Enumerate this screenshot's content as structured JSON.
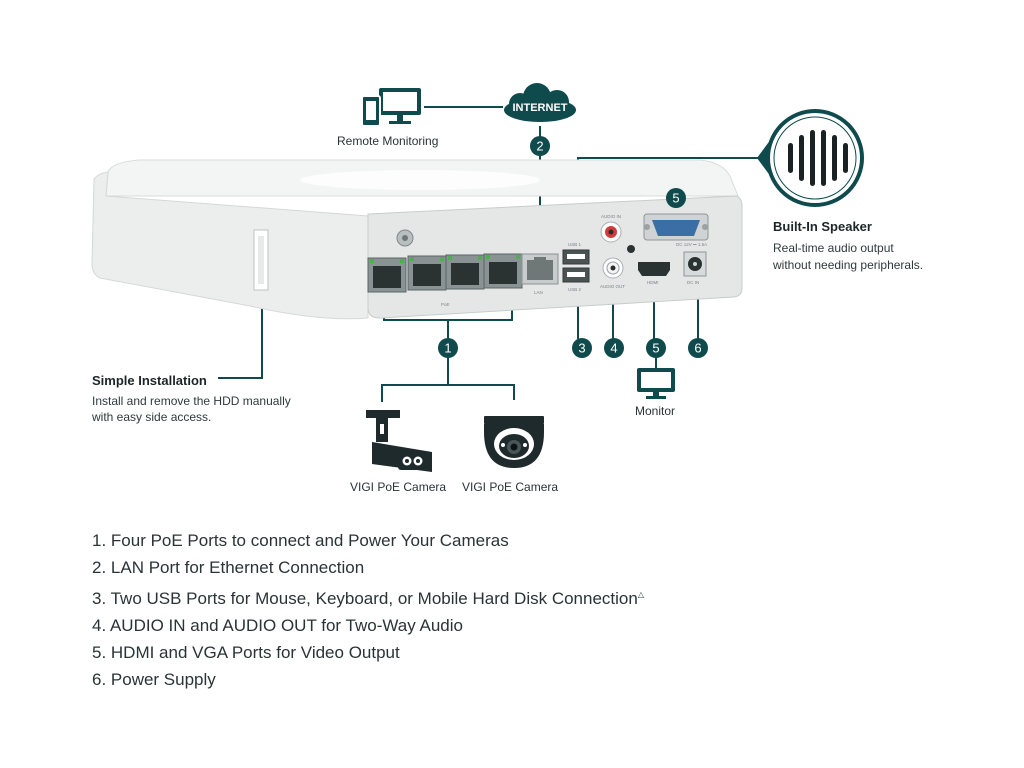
{
  "diagram": {
    "remote_monitoring_label": "Remote Monitoring",
    "internet_label": "INTERNET",
    "speaker": {
      "title": "Built-In Speaker",
      "desc_line1": "Real-time audio output",
      "desc_line2": "without needing peripherals."
    },
    "installation": {
      "title": "Simple Installation",
      "desc_line1": "Install and remove the HDD manually",
      "desc_line2": "with easy side access."
    },
    "monitor_label": "Monitor",
    "camera1_label": "VIGI PoE Camera",
    "camera2_label": "VIGI PoE Camera",
    "badges": [
      "1",
      "2",
      "3",
      "4",
      "5",
      "6",
      "5"
    ],
    "port_labels": {
      "poe": "PoE",
      "lan": "LAN",
      "usb1": "USB 1",
      "usb2": "USB 2",
      "audio_in": "AUDIO IN",
      "audio_out": "AUDIO OUT",
      "hdmi": "HDMI",
      "power_rating": "DC 12V ⎓ 1.5A",
      "dc_in": "DC IN"
    }
  },
  "features": [
    "1. Four PoE Ports to connect and Power Your Cameras",
    "2. LAN Port for Ethernet Connection",
    "3. Two USB Ports for Mouse, Keyboard, or Mobile Hard Disk Connection",
    "4. AUDIO IN and AUDIO OUT for Two-Way Audio",
    "5. HDMI and VGA Ports for Video Output",
    "6. Power Supply"
  ],
  "features_footnote_mark": "△",
  "colors": {
    "accent": "#0f4a4c",
    "device_body": "#f2f3f3",
    "port_panel": "#e6e8e8",
    "line": "#0f4a4c"
  }
}
